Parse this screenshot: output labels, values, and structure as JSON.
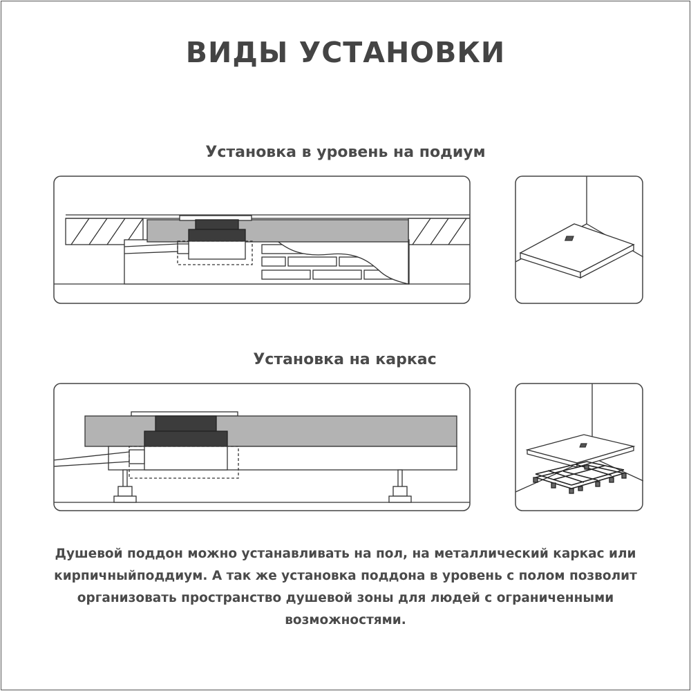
{
  "title": "ВИДЫ УСТАНОВКИ",
  "sections": [
    {
      "title": "Установка в уровень на подиум",
      "icon": "podium-install-icon"
    },
    {
      "title": "Установка на каркас",
      "icon": "frame-install-icon"
    }
  ],
  "description": "Душевой поддон можно устанавливать на пол, на металлический каркас или кирпичныйподдиум. А так же установка поддона в уровень с полом позволит организовать пространство душевой зоны для людей с ограниченными возможностями.",
  "colors": {
    "text": "#444444",
    "line": "#333333",
    "tray_fill": "#b3b3b3",
    "drain_fill": "#3c3c3c"
  }
}
